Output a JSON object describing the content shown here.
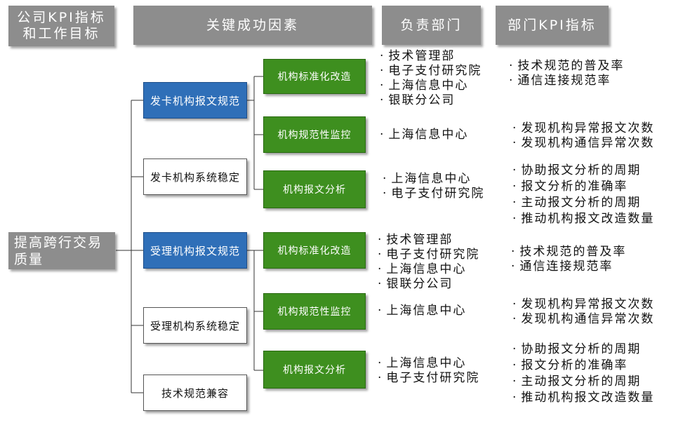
{
  "headers": {
    "kpi_goal": "公司KPI指标\n和工作目标",
    "csf": "关键成功因素",
    "dept": "负责部门",
    "dept_kpi": "部门KPI指标"
  },
  "root": "提高跨行交易质量",
  "level2": [
    {
      "label": "发卡机构报文规范",
      "style": "blue"
    },
    {
      "label": "发卡机构系统稳定",
      "style": "white"
    },
    {
      "label": "受理机构报文规范",
      "style": "blue"
    },
    {
      "label": "受理机构系统稳定",
      "style": "white"
    },
    {
      "label": "技术规范兼容",
      "style": "white"
    }
  ],
  "factors": [
    {
      "label": "机构标准化改造",
      "depts": [
        "技术管理部",
        "电子支付研究院",
        "上海信息中心",
        "银联分公司"
      ],
      "kpis": [
        "技术规范的普及率",
        "通信连接规范率"
      ]
    },
    {
      "label": "机构规范性监控",
      "depts": [
        "上海信息中心"
      ],
      "kpis": [
        "发现机构异常报文次数",
        "发现机构通信异常次数"
      ]
    },
    {
      "label": "机构报文分析",
      "depts": [
        "上海信息中心",
        "电子支付研究院"
      ],
      "kpis": [
        "协助报文分析的周期",
        "报文分析的准确率",
        "主动报文分析的周期",
        "推动机构报文改造数量"
      ]
    },
    {
      "label": "机构标准化改造",
      "depts": [
        "技术管理部",
        "电子支付研究院",
        "上海信息中心",
        "银联分公司"
      ],
      "kpis": [
        "技术规范的普及率",
        "通信连接规范率"
      ]
    },
    {
      "label": "机构规范性监控",
      "depts": [
        "上海信息中心"
      ],
      "kpis": [
        "发现机构异常报文次数",
        "发现机构通信异常次数"
      ]
    },
    {
      "label": "机构报文分析",
      "depts": [
        "上海信息中心",
        "电子支付研究院"
      ],
      "kpis": [
        "协助报文分析的周期",
        "报文分析的准确率",
        "主动报文分析的周期",
        "推动机构报文改造数量"
      ]
    }
  ],
  "colors": {
    "header_gray": "#8d8d8d",
    "blue": "#2f6fb8",
    "green": "#3e8f1f"
  }
}
